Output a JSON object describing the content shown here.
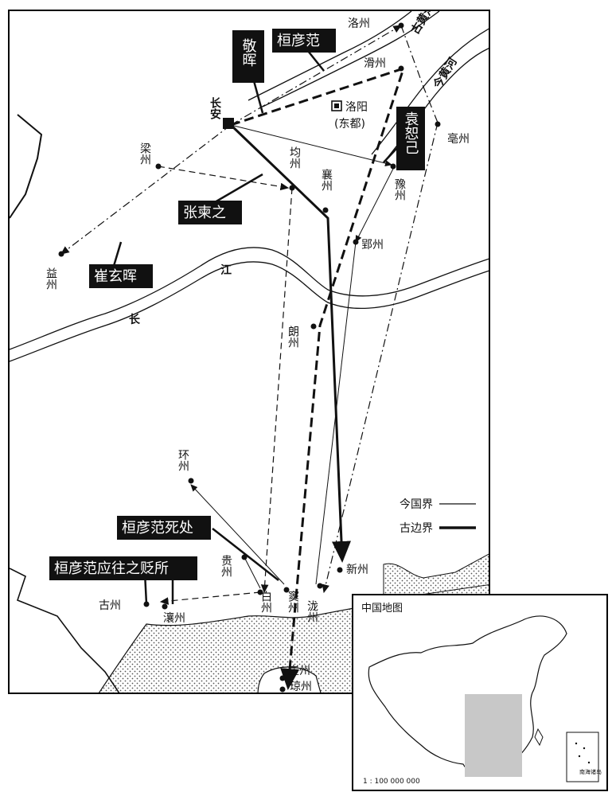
{
  "capitals": {
    "changan": "长安",
    "luoyang": "洛阳",
    "luoyang_note": "(东都)"
  },
  "cities": {
    "luozhou": "洛州",
    "huazhou": "滑州",
    "bozhou": "亳州",
    "liangzhou": "梁州",
    "junzhou": "均州",
    "xiangzhou": "襄州",
    "yuzhou": "豫州",
    "yingzhou": "郢州",
    "yizhou": "益州",
    "langzhou": "朗州",
    "huanzhou": "环州",
    "guizhou": "贵州",
    "baizhou": "白州",
    "douzhou": "窦州",
    "longzhou": "泷州",
    "xinzhou": "新州",
    "guzhou": "古州",
    "rangzhou": "瀼州",
    "yazhou": "崖州",
    "qiongzhou": "琼州"
  },
  "rivers": {
    "old_yellow": "古黄河",
    "new_yellow": "今黄河",
    "yangtze_a": "长",
    "yangtze_b": "江"
  },
  "person_labels": {
    "jinghui": "敬晖",
    "huanyanfan": "桓彦范",
    "yuanshuji": "袁恕己",
    "zhangjianzhi": "张柬之",
    "cuixuanwei": "崔玄晖",
    "huan_death": "桓彦范死处",
    "huan_exile": "桓彦范应往之贬所"
  },
  "legend": {
    "modern_border": "今国界",
    "ancient_border": "古边界"
  },
  "inset": {
    "title": "中国地图",
    "scale": "1 : 100 000 000",
    "south_sea": "南海诸岛"
  }
}
